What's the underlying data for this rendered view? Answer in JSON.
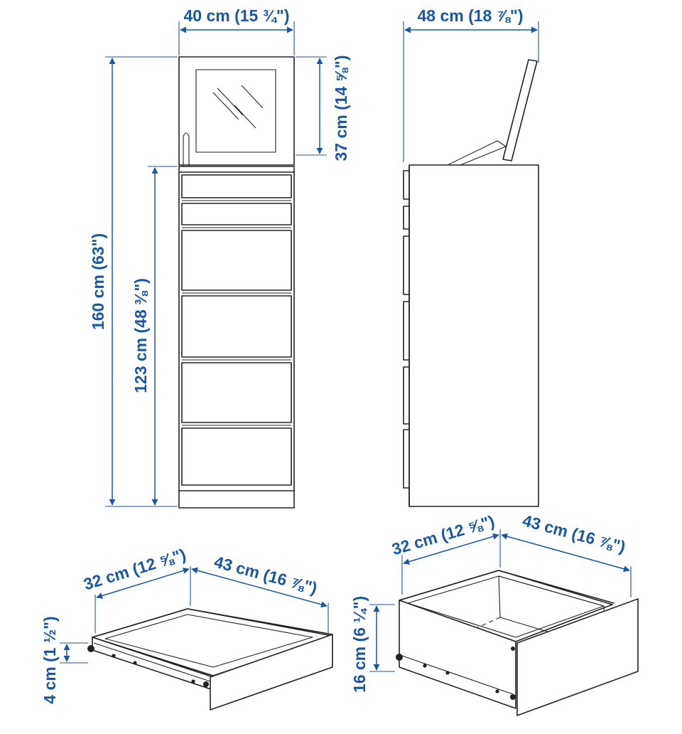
{
  "dimensions": {
    "front_width": "40 cm (15 ¾\")",
    "side_depth": "48 cm (18 ⅞\")",
    "mirror_height": "37 cm (14 ⅝\")",
    "total_height": "160 cm (63\")",
    "base_height": "123 cm (48 ⅜\")",
    "small_drawer_width": "32 cm (12 ⅝\")",
    "small_drawer_depth": "43 cm (16 ⅞\")",
    "small_drawer_height": "4 cm (1 ½\")",
    "large_drawer_width": "32 cm (12 ⅝\")",
    "large_drawer_depth": "43 cm (16 ⅞\")",
    "large_drawer_height": "16 cm (6 ¼\")"
  },
  "colors": {
    "dimension": "#1b56a5",
    "line": "#222222",
    "background": "#ffffff"
  }
}
